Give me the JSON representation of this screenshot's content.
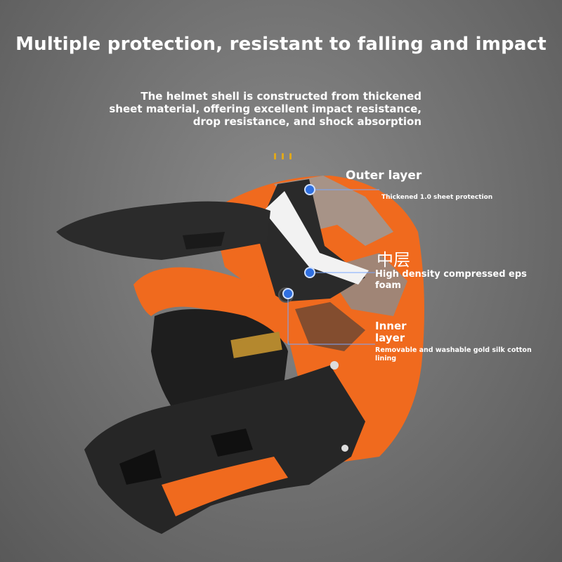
{
  "header": {
    "title": "Multiple protection, resistant to falling and impact",
    "description": "The helmet shell is constructed from thickened sheet material, offering excellent impact resistance, drop resistance, and shock absorption"
  },
  "layers": {
    "outer": {
      "name": "Outer layer",
      "detail": "Thickened 1.0 sheet protection"
    },
    "middle": {
      "name": "中层",
      "detail": "High density compressed eps foam"
    },
    "inner": {
      "name": "Inner layer",
      "detail": "Removable and washable gold silk cotton lining"
    }
  },
  "colors": {
    "accent_orange": "#f06a1e",
    "marker_blue": "#2f6fe0",
    "dots_gold": "#e0a81c"
  }
}
